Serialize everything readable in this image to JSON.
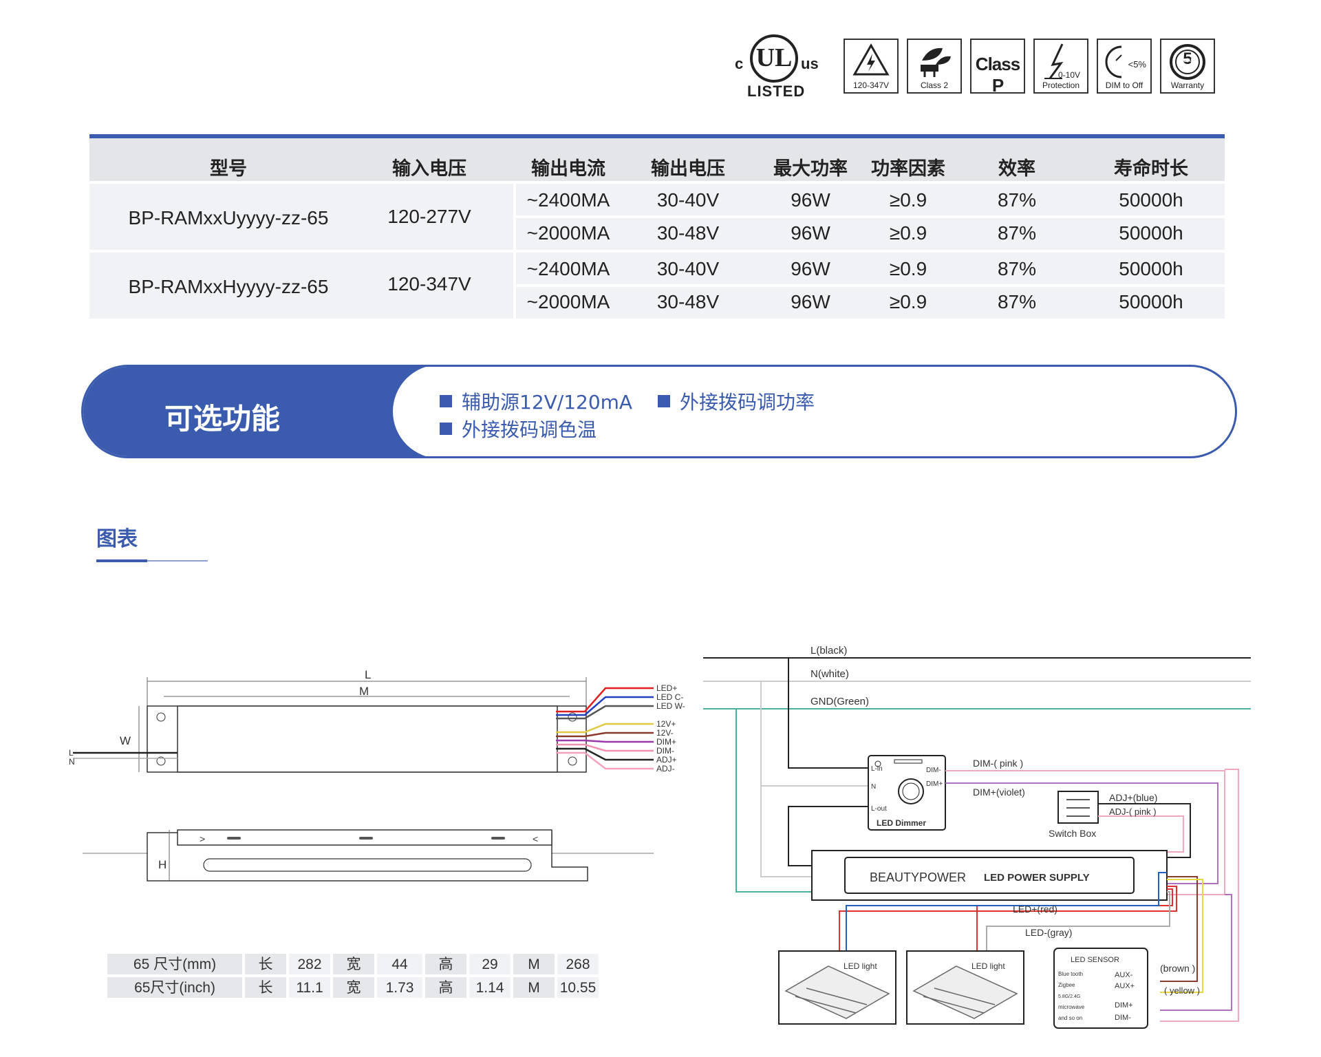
{
  "certifications": {
    "ul": {
      "left": "c",
      "mark": "UL",
      "right": "us",
      "caption": "LISTED"
    },
    "badges": [
      {
        "icon": "high-voltage-icon",
        "label": "120-347V"
      },
      {
        "icon": "plug-leaf-icon",
        "label": "Class 2"
      },
      {
        "icon": "class-p-icon",
        "main": "Class P",
        "label": ""
      },
      {
        "icon": "lightning-protection-icon",
        "sub": "0-10V",
        "label": "Protection"
      },
      {
        "icon": "dim-to-off-icon",
        "sub": "<5%",
        "label": "DIM to Off"
      },
      {
        "icon": "five-year-warranty-icon",
        "sub": "5",
        "tiny": "YEAR",
        "label": "Warranty"
      }
    ]
  },
  "spec_table": {
    "headers": [
      "型号",
      "输入电压",
      "输出电流",
      "输出电压",
      "最大功率",
      "功率因素",
      "效率",
      "寿命时长"
    ],
    "groups": [
      {
        "model": "BP-RAMxxUyyyy-zz-65",
        "input": "120-277V",
        "rows": [
          {
            "current": "~2400MA",
            "voltage": "30-40V",
            "power": "96W",
            "pf": "≥0.9",
            "eff": "87%",
            "life": "50000h"
          },
          {
            "current": "~2000MA",
            "voltage": "30-48V",
            "power": "96W",
            "pf": "≥0.9",
            "eff": "87%",
            "life": "50000h"
          }
        ]
      },
      {
        "model": "BP-RAMxxHyyyy-zz-65",
        "input": "120-347V",
        "rows": [
          {
            "current": "~2400MA",
            "voltage": "30-40V",
            "power": "96W",
            "pf": "≥0.9",
            "eff": "87%",
            "life": "50000h"
          },
          {
            "current": "~2000MA",
            "voltage": "30-48V",
            "power": "96W",
            "pf": "≥0.9",
            "eff": "87%",
            "life": "50000h"
          }
        ]
      }
    ]
  },
  "features": {
    "title": "可选功能",
    "items": [
      "辅助源12V/120mA",
      "外接拨码调功率",
      "外接拨码调色温"
    ]
  },
  "section": {
    "title": "图表"
  },
  "drawing": {
    "length_label": "L",
    "mount_label": "M",
    "width_label": "W",
    "height_label": "H",
    "input_wires": [
      "L",
      "N"
    ],
    "output_wires": [
      {
        "label": "LED+",
        "color": "#e02020"
      },
      {
        "label": "LED C-",
        "color": "#2040c0"
      },
      {
        "label": "LED W-",
        "color": "#555555"
      },
      {
        "label": "12V+",
        "color": "#e0c840"
      },
      {
        "label": "12V-",
        "color": "#8a3a2a"
      },
      {
        "label": "DIM+",
        "color": "#9a3aa8"
      },
      {
        "label": "DIM-",
        "color": "#f090b0"
      },
      {
        "label": "ADJ+",
        "color": "#222222"
      },
      {
        "label": "ADJ-",
        "color": "#f4a0c0"
      }
    ],
    "side_marks": [
      ">",
      "<"
    ]
  },
  "dimensions": {
    "rows": [
      {
        "label": "65 尺寸(mm)",
        "l_key": "长",
        "l": "282",
        "w_key": "宽",
        "w": "44",
        "h_key": "高",
        "h": "29",
        "m_key": "M",
        "m": "268"
      },
      {
        "label": "65尺寸(inch)",
        "l_key": "长",
        "l": "11.1",
        "w_key": "宽",
        "w": "1.73",
        "h_key": "高",
        "h": "1.14",
        "m_key": "M",
        "m": "10.55"
      }
    ]
  },
  "wiring": {
    "mains": [
      "L(black)",
      "N(white)",
      "GND(Green)"
    ],
    "dimmer": {
      "title": "LED Dimmer",
      "pins_left": [
        "L-in",
        "N",
        "L-out"
      ],
      "pins_right": [
        "DIM-",
        "DIM+"
      ]
    },
    "dim_minus": "DIM-( pink )",
    "dim_plus": "DIM+(violet)",
    "switch_box": "Switch Box",
    "adj_plus": "ADJ+(blue)",
    "adj_minus": "ADJ-( pink )",
    "psu": {
      "brand": "BEAUTYPOWER",
      "name": "LED POWER SUPPLY"
    },
    "led_plus": "LED+(red)",
    "led_minus": "LED-(gray)",
    "led_light_1": "LED light",
    "led_light_2": "LED light",
    "sensor": {
      "title": "LED SENSOR",
      "types": [
        "Blue tooth",
        "Zigbee",
        "5.8G/2.4G",
        "microwave",
        "and so on"
      ],
      "pins": [
        "AUX-",
        "AUX+",
        "DIM+",
        "DIM-"
      ]
    },
    "aux_minus": "(brown )",
    "aux_plus": "( yellow )"
  }
}
